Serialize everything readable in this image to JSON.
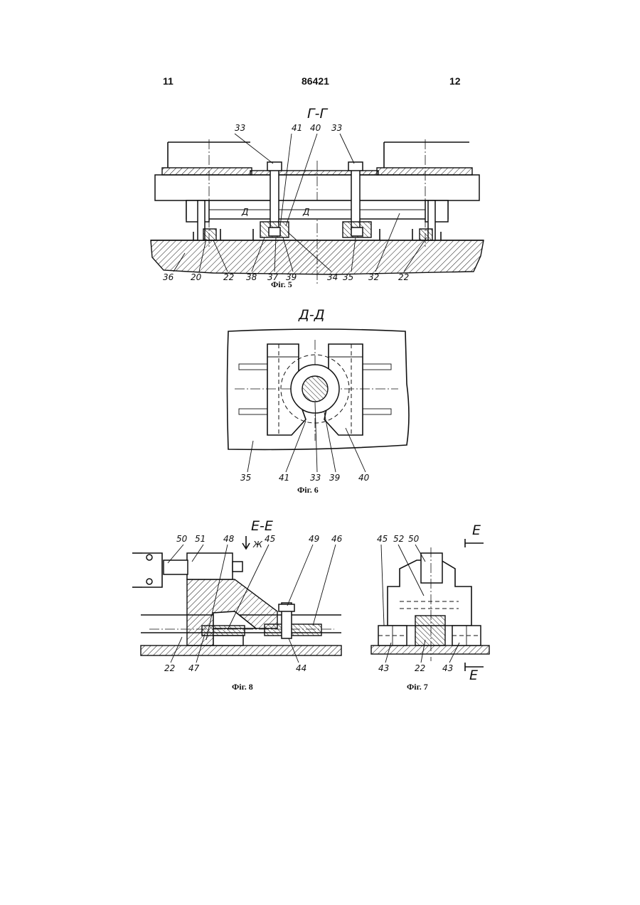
{
  "header": {
    "left_page": "11",
    "doc_number": "86421",
    "right_page": "12"
  },
  "fig5": {
    "section_title": "Г-Г",
    "cut_mark": "Д",
    "caption": "Фіг. 5",
    "labels_top": [
      "33",
      "41",
      "40",
      "33"
    ],
    "labels_bottom": [
      "36",
      "20",
      "22",
      "38",
      "37",
      "39",
      "34",
      "35",
      "32",
      "22"
    ]
  },
  "fig6": {
    "section_title": "Д-Д",
    "caption": "Фіг. 6",
    "labels": [
      "35",
      "41",
      "33",
      "39",
      "40"
    ]
  },
  "fig8": {
    "section_title": "Е-Е",
    "view_mark": "Ж",
    "caption": "Фіг. 8",
    "labels_top": [
      "50",
      "51",
      "48",
      "45",
      "49",
      "46"
    ],
    "labels_bottom": [
      "22",
      "47",
      "44"
    ]
  },
  "fig7": {
    "cut_mark": "Е",
    "caption": "Фіг. 7",
    "labels_top": [
      "45",
      "52",
      "50"
    ],
    "labels_bottom": [
      "43",
      "22",
      "43"
    ]
  }
}
